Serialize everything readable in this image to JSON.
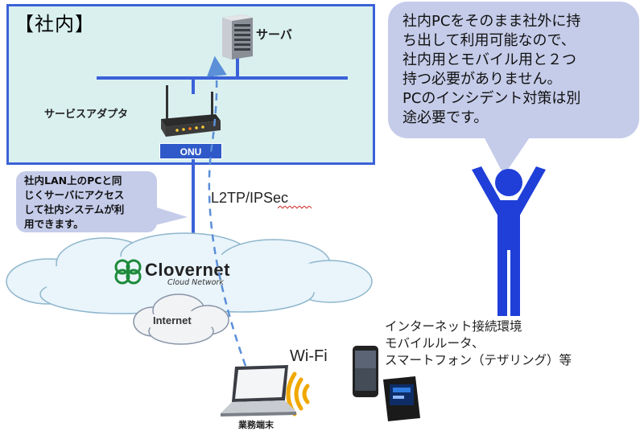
{
  "office": {
    "title": "【社内】"
  },
  "labels": {
    "server": "サーバ",
    "service_adapter": "サービスアダプタ",
    "onu": "ONU",
    "l2tp": "L2TP/IPSec",
    "clovernet": "Clovernet",
    "cloud_network": "Cloud Network",
    "internet": "Internet",
    "wifi": "Wi-Fi",
    "terminal": "業務端末"
  },
  "bubble_left": {
    "lines": [
      "社内LAN上のPCと同",
      "じくサーバにアクセス",
      "して社内システムが利",
      "用できます。"
    ]
  },
  "bubble_right": {
    "lines": [
      "社内PCをそのまま社外に持",
      "ち出して利用可能なので、",
      "社内用とモバイル用と２つ",
      "持つ必要がありません。",
      "PCのインシデント対策は別",
      "途必要です。"
    ]
  },
  "environment": {
    "lines": [
      "インターネット接続環境",
      "モバイルルータ、",
      "スマートフォン（テザリング）等"
    ]
  },
  "colors": {
    "office_fill": "#d9f0ef",
    "office_border": "#3b62d8",
    "bubble_fill": "#c5cce9",
    "person": "#1f3fd8",
    "wifi": "#f0a800",
    "dashed_path": "#5b8fd8"
  }
}
